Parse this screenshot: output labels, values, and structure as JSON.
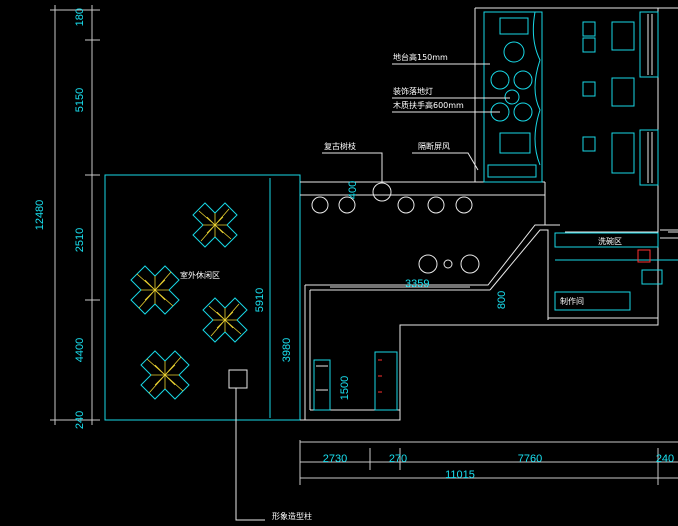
{
  "colors": {
    "background": "#000000",
    "cyan": "#18d8e6",
    "white": "#ffffff",
    "yellow": "#e8d030",
    "red": "#ff3030"
  },
  "dimensions_vertical": {
    "d180": "180",
    "d5150": "5150",
    "d12480": "12480",
    "d2510": "2510",
    "d4400": "4400",
    "d240": "240",
    "d5910": "5910",
    "d3980": "3980",
    "d1500": "1500",
    "d800": "800",
    "d400": "400"
  },
  "dimensions_horizontal": {
    "d2730": "2730",
    "d270": "270",
    "d11015": "11015",
    "d7760": "7760",
    "d240b": "240",
    "d3359": "3359"
  },
  "labels": {
    "counter": "地台高150mm",
    "floor_lamp": "装饰落地灯",
    "handrail": "木质扶手高600mm",
    "tree": "复古树枝",
    "screen": "隔断屏风",
    "outdoor": "室外休闲区",
    "column": "形象造型柱",
    "room_label": "洗碗区",
    "bar_label": "制作间"
  }
}
